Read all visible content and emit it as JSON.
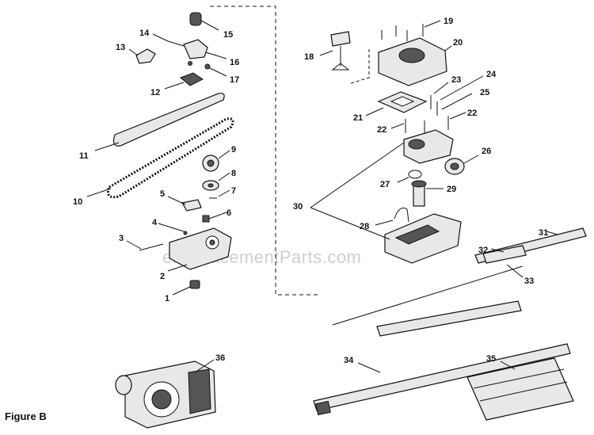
{
  "figure_caption": "Figure B",
  "watermark": "eReplacementParts.com",
  "part_numbers": {
    "p1": "1",
    "p2": "2",
    "p3": "3",
    "p4": "4",
    "p5": "5",
    "p6": "6",
    "p7": "7",
    "p8": "8",
    "p9": "9",
    "p10": "10",
    "p11": "11",
    "p12": "12",
    "p13": "13",
    "p14": "14",
    "p15": "15",
    "p16": "16",
    "p17": "17",
    "p18": "18",
    "p19": "19",
    "p20": "20",
    "p21": "21",
    "p22a": "22",
    "p22b": "22",
    "p23": "23",
    "p24": "24",
    "p25": "25",
    "p26": "26",
    "p27": "27",
    "p28": "28",
    "p29": "29",
    "p30": "30",
    "p31": "31",
    "p32": "32",
    "p33": "33",
    "p34": "34",
    "p35": "35",
    "p36": "36"
  }
}
